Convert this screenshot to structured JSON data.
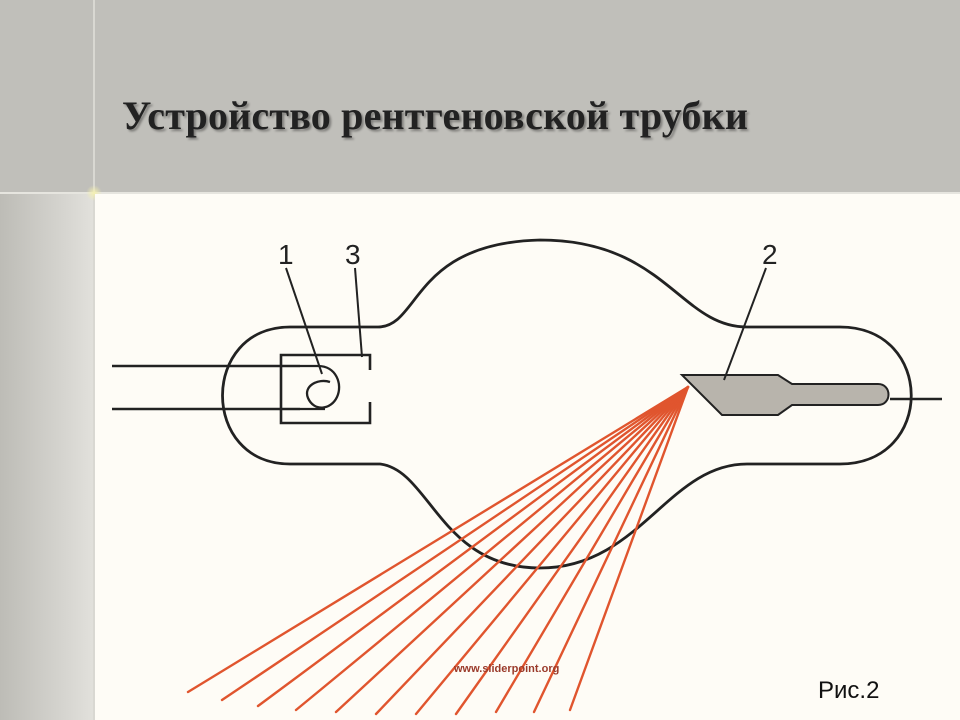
{
  "slide": {
    "title": "Устройство рентгеновской трубки",
    "caption": "Рис.2",
    "watermark": "www.sliderpoint.org"
  },
  "diagram": {
    "labels": {
      "cathode": "1",
      "anode": "2",
      "focusing_cup": "3"
    },
    "colors": {
      "line": "#222222",
      "rays": "#e0552e",
      "anode_fill": "#b8b4ac"
    }
  }
}
